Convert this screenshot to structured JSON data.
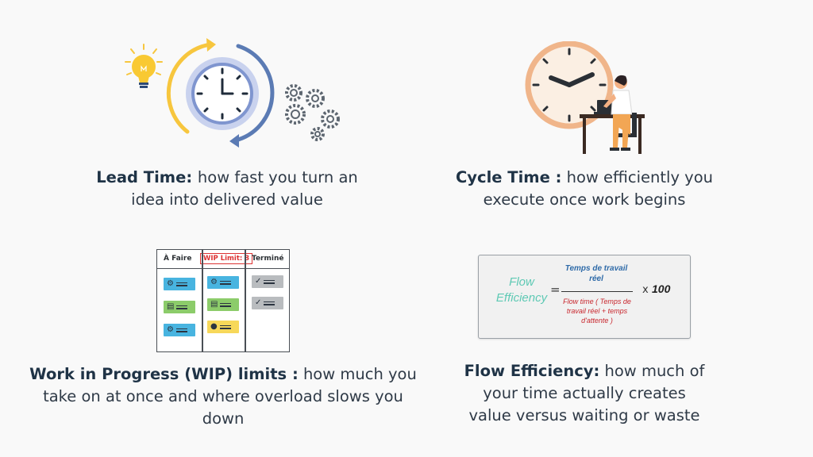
{
  "lead_time": {
    "title": "Lead Time",
    "colon": ": ",
    "desc_line1": "how fast you turn an",
    "desc_line2": "idea into delivered value"
  },
  "cycle_time": {
    "title": "Cycle Time :",
    "desc_line1": "how efficiently you",
    "desc_line2": "execute once work begins"
  },
  "wip": {
    "title": "Work in Progress (WIP) limits :",
    "desc_line1": "how much you",
    "desc_line2": "take on at once and where overload slows you",
    "desc_line3": "down"
  },
  "flow_efficiency": {
    "title": "Flow Efficiency:",
    "desc_line1": "how much of",
    "desc_line2": "your time actually creates",
    "desc_line3": "value versus waiting or waste"
  },
  "board": {
    "col_todo": "À Faire",
    "wip_limit": "WIP Limit: 3",
    "col_done": "Terminé"
  },
  "formula": {
    "label_line1": "Flow",
    "label_line2": "Efficiency",
    "equals": "=",
    "numerator_line1": "Temps de travail",
    "numerator_line2": "réel",
    "denominator_line1": "Flow time ( Temps de",
    "denominator_line2": "travail réel + temps",
    "denominator_line3": "d'attente )",
    "times": "x",
    "multiplier": "100"
  },
  "colors": {
    "accent_yellow": "#f7c63e",
    "accent_blue": "#5b7bb4",
    "clock_ring": "#f0b58a",
    "formula_teal": "#5ec9b4",
    "formula_blue": "#2e6aa8",
    "formula_red": "#c8262d"
  }
}
